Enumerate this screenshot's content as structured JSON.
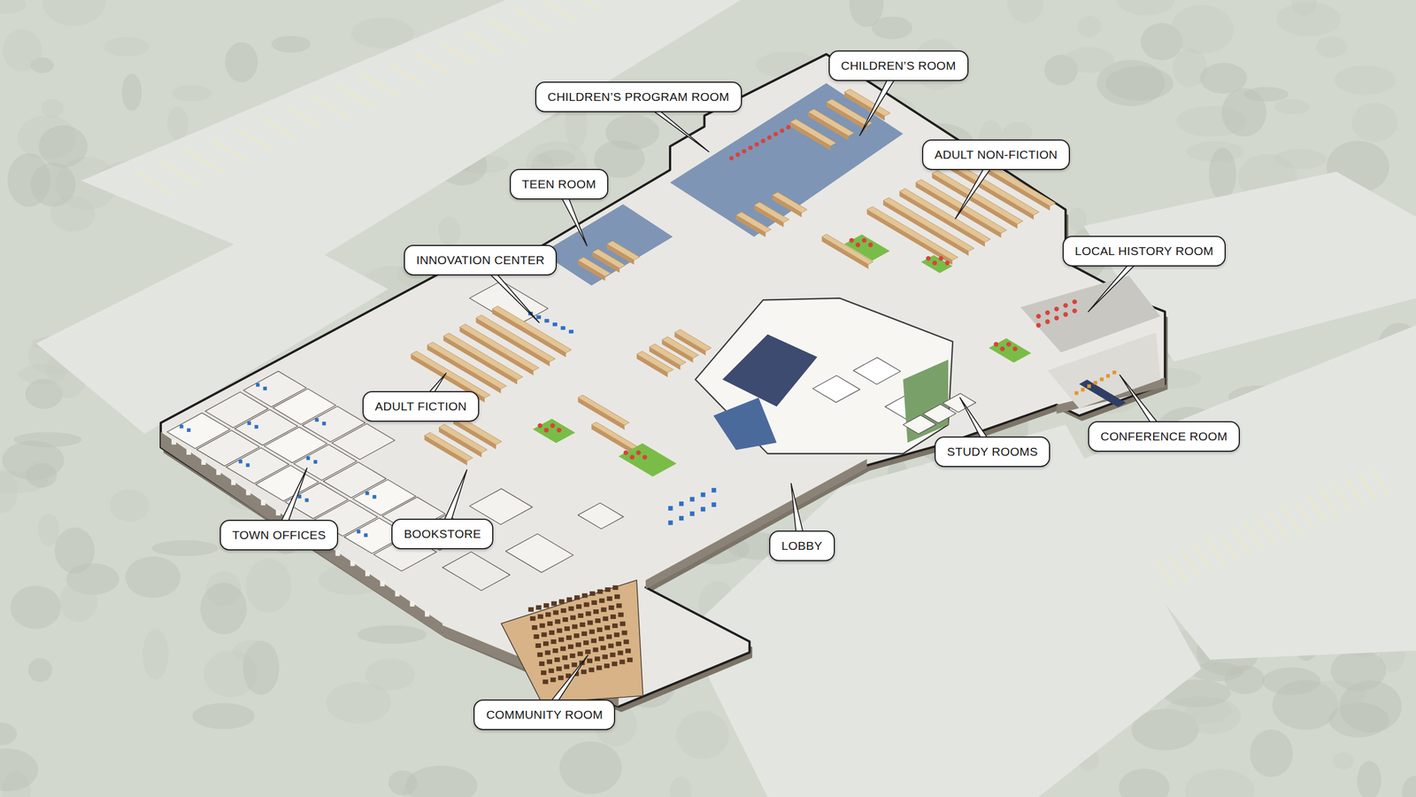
{
  "diagram": {
    "nodes": [
      {
        "text": [
          "CHILDREN’S ROOM"
        ]
      },
      {
        "text": [
          "CHILDREN’S PROGRAM ROOM"
        ]
      },
      {
        "text": [
          "TEEN ROOM"
        ]
      },
      {
        "text": [
          "ADULT NON-FICTION"
        ]
      },
      {
        "text": [
          "LOCAL HISTORY ROOM"
        ]
      },
      {
        "text": [
          "INNOVATION CENTER"
        ]
      },
      {
        "text": [
          "ADULT FICTION"
        ]
      },
      {
        "text": [
          "CONFERENCE ROOM"
        ]
      },
      {
        "text": [
          "STUDY ROOMS"
        ]
      },
      {
        "text": [
          "TOWN OFFICES"
        ]
      },
      {
        "text": [
          "BOOKSTORE"
        ]
      },
      {
        "text": [
          "LOBBY"
        ]
      },
      {
        "text": [
          "COMMUNITY ROOM"
        ]
      }
    ]
  }
}
